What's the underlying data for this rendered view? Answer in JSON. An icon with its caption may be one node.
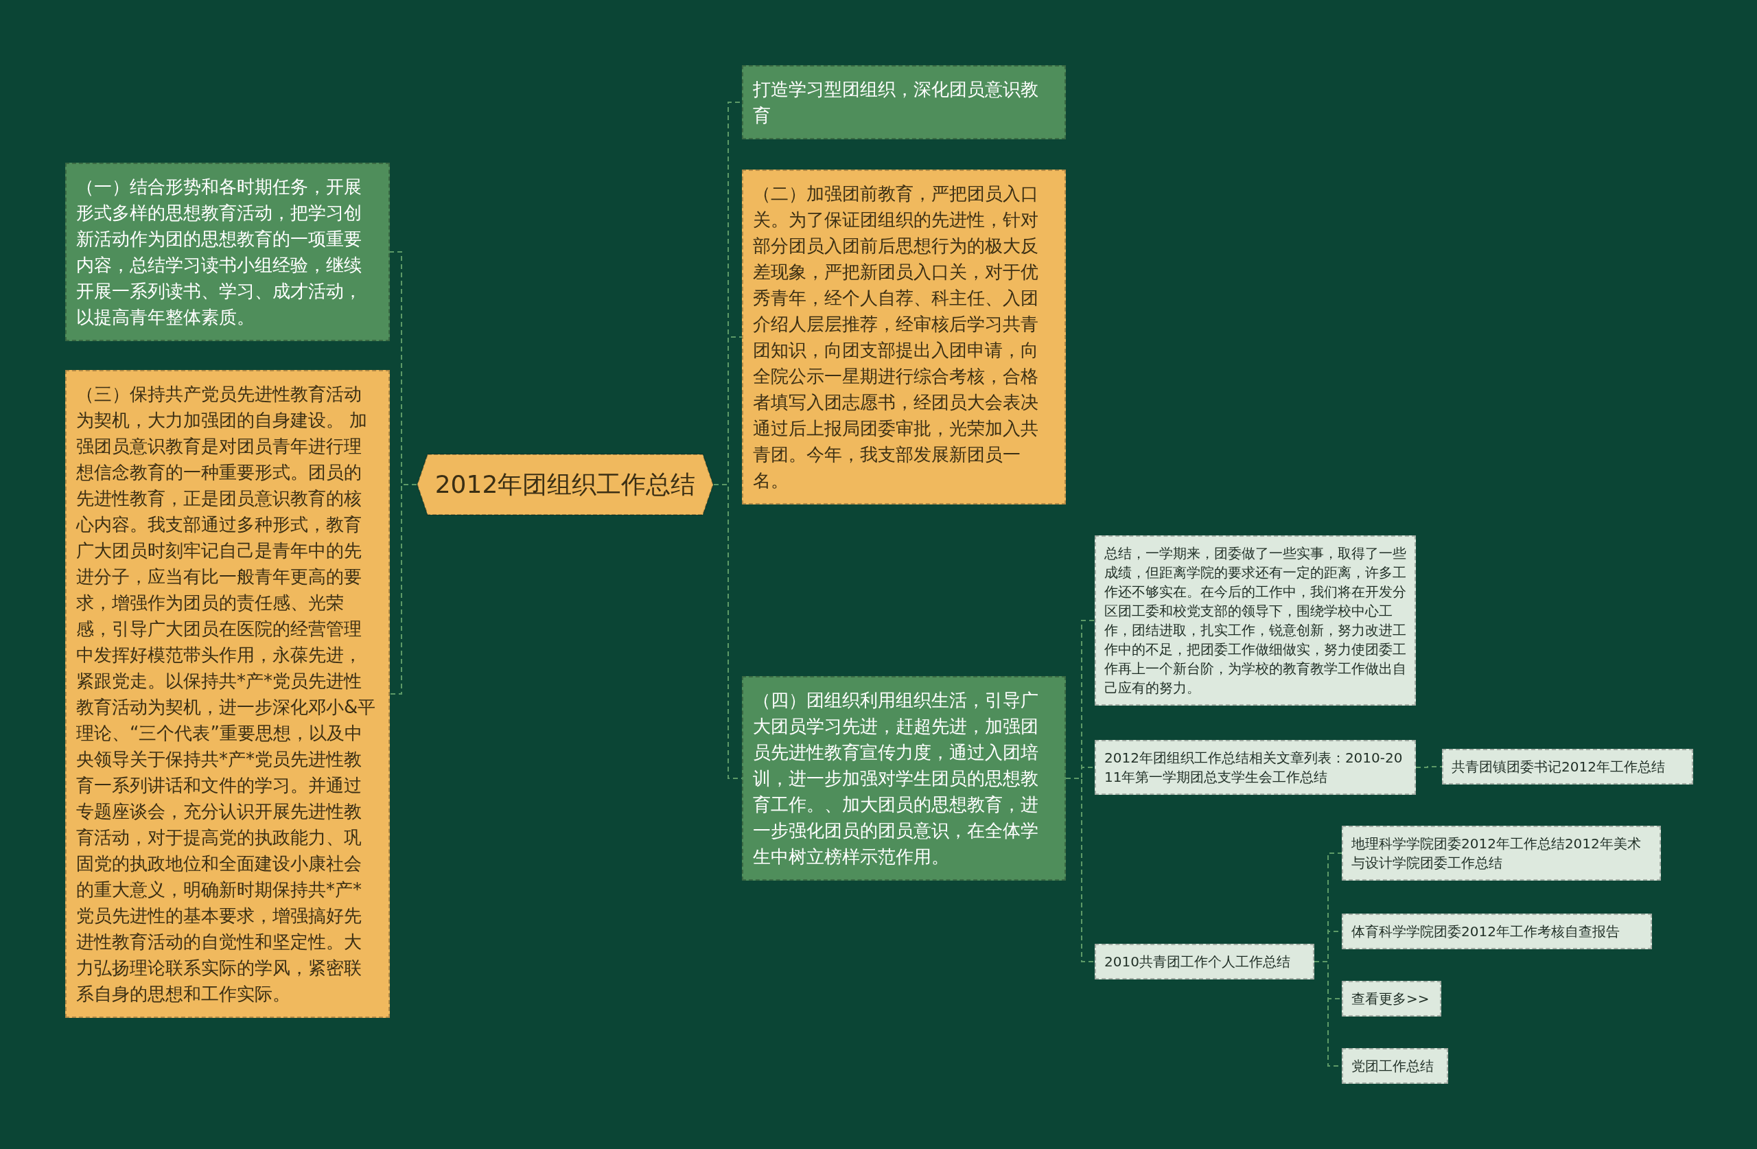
{
  "diagram": {
    "nodes": [
      {
        "text": [
          "2012年团组织工作总结"
        ]
      },
      {
        "text": [
          "（一）结合形势和各时期任务，开展形式多样的思想教育活动，把学习创新活动作为团的思想教育的一项重要内容，总结学习读书小组经验，继续开展一系列读书、学习、成才活动，以提高青年整体素质。"
        ]
      },
      {
        "text": [
          "（三）保持共产党员先进性教育活动为契机，大力加强团的自身建设。 加强团员意识教育是对团员青年进行理想信念教育的一种重要形式。团员的先进性教育，正是团员意识教育的核心内容。我支部通过多种形式，教育广大团员时刻牢记自己是青年中的先进分子，应当有比一般青年更高的要求，增强作为团员的责任感、光荣感，引导广大团员在医院的经营管理中发挥好模范带头作用，永葆先进，紧跟党走。以保持共*产*党员先进性教育活动为契机，进一步深化邓小&平理论、“三个代表”重要思想，以及中央领导关于保持共*产*党员先进性教育一系列讲话和文件的学习。并通过专题座谈会，充分认识开展先进性教育活动，对于提高党的执政能力、巩固党的执政地位和全面建设小康社会的重大意义，明确新时期保持共*产*党员先进性的基本要求，增强搞好先进性教育活动的自觉性和坚定性。大力弘扬理论联系实际的学风，紧密联系自身的思想和工作实际。"
        ]
      },
      {
        "text": [
          "打造学习型团组织，深化团员意识教育"
        ]
      },
      {
        "text": [
          "（二）加强团前教育，严把团员入口关。为了保证团组织的先进性，针对部分团员入团前后思想行为的极大反差现象，严把新团员入口关，对于优秀青年，经个人自荐、科主任、入团介绍人层层推荐，经审核后学习共青团知识，向团支部提出入团申请，向全院公示一星期进行综合考核，合格者填写入团志愿书，经团员大会表决通过后上报局团委审批，光荣加入共青团。今年，我支部发展新团员一名。"
        ]
      },
      {
        "text": [
          "（四）团组织利用组织生活，引导广大团员学习先进，赶超先进，加强团员先进性教育宣传力度，通过入团培训，进一步加强对学生团员的思想教育工作。、加大团员的思想教育，进一步强化团员的团员意识，在全体学生中树立榜样示范作用。"
        ]
      },
      {
        "text": [
          "总结，一学期来，团委做了一些实事，取得了一些成绩，但距离学院的要求还有一定的距离，许多工作还不够实在。在今后的工作中，我们将在开发分区团工委和校党支部的领导下，围绕学校中心工作，团结进取，扎实工作，锐意创新，努力改进工作中的不足，把团委工作做细做实，努力使团委工作再上一个新台阶，为学校的教育教学工作做出自己应有的努力。"
        ]
      },
      {
        "text": [
          "2012年团组织工作总结相关文章列表：2010-2011年第一学期团总支学生会工作总结"
        ]
      },
      {
        "text": [
          "共青团镇团委书记2012年工作总结"
        ]
      },
      {
        "text": [
          "2010共青团工作个人工作总结"
        ]
      },
      {
        "text": [
          "地理科学学院团委2012年工作总结2012年美术与设计学院团委工作总结"
        ]
      },
      {
        "text": [
          "体育科学学院团委2012年工作考核自查报告"
        ]
      },
      {
        "text": [
          "查看更多>>"
        ]
      },
      {
        "text": [
          "党团工作总结"
        ]
      }
    ],
    "edges": [
      {
        "from": 0,
        "to": 1,
        "arrow": "none"
      },
      {
        "from": 0,
        "to": 2,
        "arrow": "none"
      },
      {
        "from": 0,
        "to": 3,
        "arrow": "none"
      },
      {
        "from": 0,
        "to": 4,
        "arrow": "none"
      },
      {
        "from": 0,
        "to": 5,
        "arrow": "none"
      },
      {
        "from": 5,
        "to": 6,
        "arrow": "none"
      },
      {
        "from": 5,
        "to": 7,
        "arrow": "none"
      },
      {
        "from": 5,
        "to": 9,
        "arrow": "none"
      },
      {
        "from": 7,
        "to": 8,
        "arrow": "none"
      },
      {
        "from": 9,
        "to": 10,
        "arrow": "none"
      },
      {
        "from": 9,
        "to": 11,
        "arrow": "none"
      },
      {
        "from": 9,
        "to": 12,
        "arrow": "none"
      },
      {
        "from": 9,
        "to": 13,
        "arrow": "none"
      }
    ]
  }
}
